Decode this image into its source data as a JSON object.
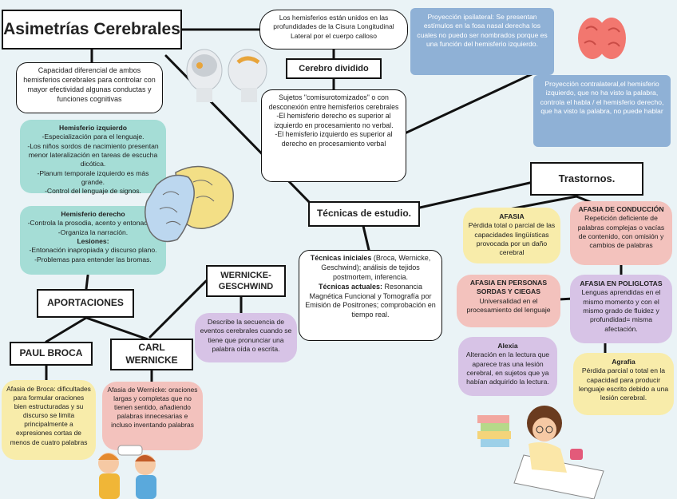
{
  "title": "Asimetrías Cerebrales",
  "intro": "Capacidad diferencial de ambos hemisferios cerebrales para controlar con mayor efectividad algunas conductas y funciones cognitivas",
  "hemisferio_izquierdo": {
    "heading": "Hemisferio izquierdo",
    "lines": [
      "-Especialización para el lenguaje.",
      "-Los niños sordos de nacimiento presentan menor lateralización en tareas de escucha dicótica.",
      "-Planum temporale izquierdo es más grande.",
      "-Control del lenguaje de signos."
    ]
  },
  "hemisferio_derecho": {
    "heading": "Hemisferio derecho",
    "lines": [
      "-Controla la prosodia, acento y entonación.",
      "-Organiza la narración."
    ],
    "subheading": "Lesiones:",
    "sublines": [
      "-Entonación inapropiada y discurso plano.",
      "-Problemas para entender las bromas."
    ]
  },
  "aportaciones": "APORTACIONES",
  "paul_broca": {
    "label": "PAUL BROCA",
    "desc": "Afasia de Broca: dificultades para formular oraciones bien estructuradas y su discurso se limita principalmente a expresiones cortas de menos de cuatro palabras"
  },
  "carl_wernicke": {
    "label": "CARL WERNICKE",
    "desc": "Afasia de Wernicke: oraciones largas y completas que no tienen sentido, añadiendo palabras innecesarias e incluso inventando palabras"
  },
  "wernicke_geschwind": {
    "label": "WERNICKE-GESCHWIND",
    "desc": "Describe la secuencia de eventos cerebrales cuando se tiene que pronunciar una palabra oída o escrita."
  },
  "cisura": "Los hemisferios están unidos en las profundidades de la Cisura Longitudinal Lateral por el cuerpo calloso",
  "cerebro_dividido": {
    "label": "Cerebro dividido",
    "desc": [
      "Sujetos \"comisurotomizados\" o con desconexión entre hemisferios cerebrales",
      "-El hemisferio derecho es superior al izquierdo en procesamiento no verbal.",
      "-El hemisferio izquierdo es superior al derecho en procesamiento verbal"
    ]
  },
  "proyeccion_ipsilateral": "Proyección ipsilateral: Se presentan estímulos en la fosa nasal derecha los cuales no puedo ser nombrados porque es una función del hemisferio izquierdo.",
  "proyeccion_contralateral": "Proyección contralateral,el hemisferio izquierdo, que no ha visto la palabra, controla el habla / el hemisferio derecho, que ha visto la palabra, no puede hablar",
  "tecnicas": {
    "label": "Técnicas de estudio.",
    "iniciales_label": "Técnicas iniciales",
    "iniciales_text": " (Broca, Wernicke, Geschwind); análisis de tejidos postmortem, inferencia.",
    "actuales_label": "Técnicas actuales:",
    "actuales_text": " Resonancia Magnética Funcional y Tomografía por Emisión de Positrones; comprobación en tiempo real."
  },
  "trastornos": {
    "label": "Trastornos.",
    "afasia": {
      "title": "AFASIA",
      "text": "Pérdida total o parcial de las capacidades lingüísticas provocada por un daño cerebral"
    },
    "afasia_conduccion": {
      "title": "AFASIA DE CONDUCCIÓN",
      "text": "Repetición deficiente de palabras complejas o vacías de contenido, con omisión y cambios de palabras"
    },
    "afasia_sordas": {
      "title": "AFASIA EN PERSONAS SORDAS Y CIEGAS",
      "text": "Universalidad en el procesamiento del lenguaje"
    },
    "afasia_poliglotas": {
      "title": "AFASIA EN POLIGLOTAS",
      "text": "Lenguas aprendidas en el mismo momento y con el mismo grado de fluidez y profundidad= misma afectación."
    },
    "alexia": {
      "title": "Alexia",
      "text": "Alteración en la lectura que aparece tras una lesión cerebral, en sujetos que ya habían adquirido la lectura."
    },
    "agrafia": {
      "title": "Agrafia",
      "text": "Pérdida parcial o total en la capacidad para producir lenguaje escrito debido a una lesión cerebral."
    }
  }
}
